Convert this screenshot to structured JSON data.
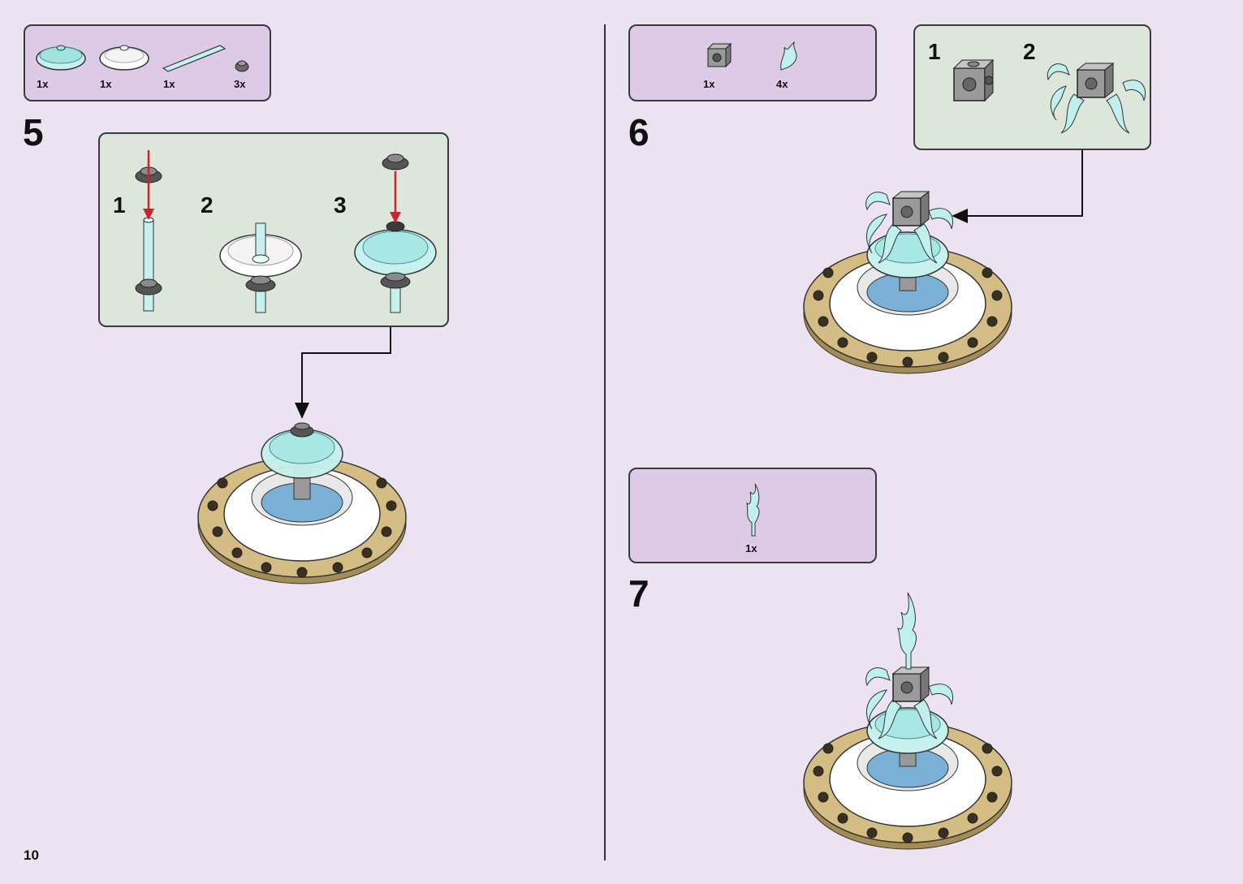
{
  "page_number": "10",
  "colors": {
    "background": "#ebe3f2",
    "parts_box": "#dccae6",
    "sub_box": "#dce6da",
    "arrow_red": "#d0202c",
    "tan": "#d4bd85",
    "trans_light_blue": "#bff0ee",
    "medium_blue": "#7ab0d6",
    "dark_gray": "#5a5a5a",
    "white": "#ffffff"
  },
  "step5": {
    "number": "5",
    "parts": [
      {
        "icon": "trans-clear-dish-icon",
        "qty": "1x"
      },
      {
        "icon": "white-dish-icon",
        "qty": "1x"
      },
      {
        "icon": "trans-light-blue-bar-icon",
        "qty": "1x"
      },
      {
        "icon": "dark-gray-round-plate-icon",
        "qty": "3x"
      }
    ],
    "sub_steps": [
      "1",
      "2",
      "3"
    ]
  },
  "step6": {
    "number": "6",
    "parts": [
      {
        "icon": "gray-brick-with-studs-icon",
        "qty": "1x"
      },
      {
        "icon": "trans-flame-tendril-icon",
        "qty": "4x"
      }
    ],
    "sub_steps": [
      "1",
      "2"
    ]
  },
  "step7": {
    "number": "7",
    "parts": [
      {
        "icon": "trans-flame-icon",
        "qty": "1x"
      }
    ]
  }
}
